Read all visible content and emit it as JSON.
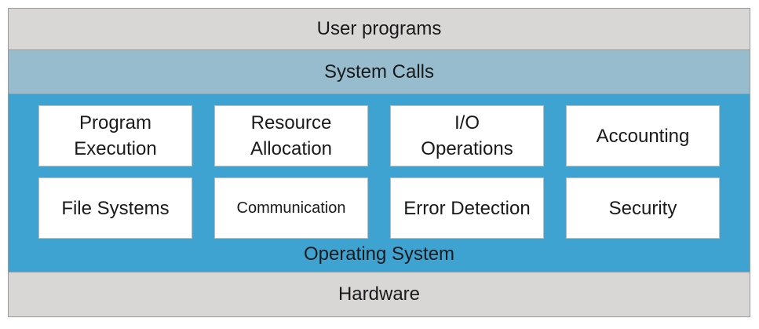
{
  "layers": {
    "user_programs": "User programs",
    "system_calls": "System Calls",
    "operating_system": "Operating System",
    "hardware": "Hardware"
  },
  "services": [
    {
      "label": "Program\nExecution"
    },
    {
      "label": "Resource\nAllocation"
    },
    {
      "label": "I/O\nOperations"
    },
    {
      "label": "Accounting"
    },
    {
      "label": "File Systems"
    },
    {
      "label": "Communication"
    },
    {
      "label": "Error Detection"
    },
    {
      "label": "Security"
    }
  ],
  "colors": {
    "user_programs_bg": "#d9d6d6",
    "system_calls_bg": "#97bccd",
    "operating_system_bg": "#3fa3d2",
    "hardware_bg": "#d9d6d6",
    "service_bg": "#ffffff"
  }
}
